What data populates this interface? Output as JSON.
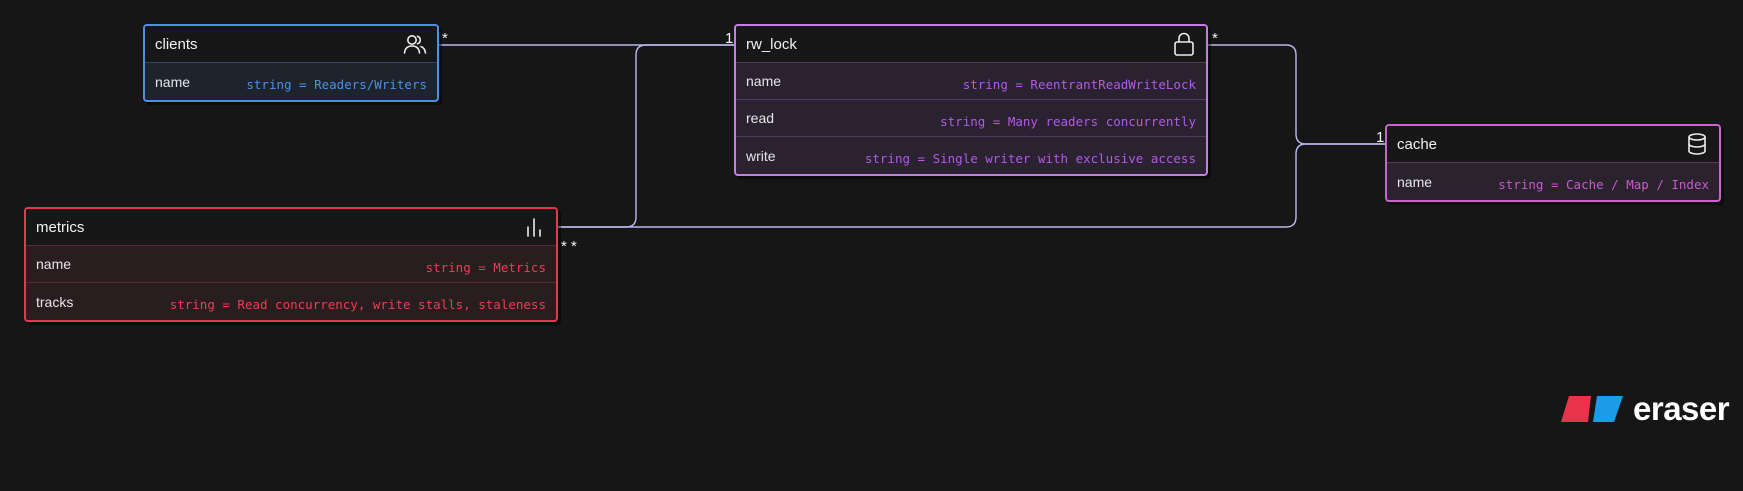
{
  "diagram": {
    "entities": [
      {
        "id": "clients",
        "title": "clients",
        "icon": "users-icon",
        "color": "#4f8fe6",
        "fields": [
          {
            "name": "name",
            "type": "string = Readers/Writers"
          }
        ]
      },
      {
        "id": "rw_lock",
        "title": "rw_lock",
        "icon": "lock-icon",
        "color": "#c87ce8",
        "fields": [
          {
            "name": "name",
            "type": "string = ReentrantReadWriteLock"
          },
          {
            "name": "read",
            "type": "string = Many readers concurrently"
          },
          {
            "name": "write",
            "type": "string = Single writer with exclusive access"
          }
        ]
      },
      {
        "id": "cache",
        "title": "cache",
        "icon": "database-icon",
        "color": "#cf62cf",
        "fields": [
          {
            "name": "name",
            "type": "string = Cache / Map / Index"
          }
        ]
      },
      {
        "id": "metrics",
        "title": "metrics",
        "icon": "bar-chart-icon",
        "color": "#e3384d",
        "fields": [
          {
            "name": "name",
            "type": "string = Metrics"
          },
          {
            "name": "tracks",
            "type": "string = Read concurrency, write stalls, staleness"
          }
        ]
      }
    ],
    "relations": [
      {
        "from": "clients",
        "to": "rw_lock",
        "from_card": "*",
        "to_card": "1"
      },
      {
        "from": "rw_lock",
        "to": "cache",
        "from_card": "*",
        "to_card": "1"
      },
      {
        "from": "metrics",
        "to": "rw_lock",
        "from_card": "*",
        "to_card": "1"
      },
      {
        "from": "metrics",
        "to": "cache",
        "from_card": "*",
        "to_card": "1"
      }
    ],
    "connector_color": "#b8b8ee"
  },
  "brand": {
    "logo_text": "eraser",
    "logo_colors": [
      "#e8334a",
      "#1c9be6"
    ]
  }
}
